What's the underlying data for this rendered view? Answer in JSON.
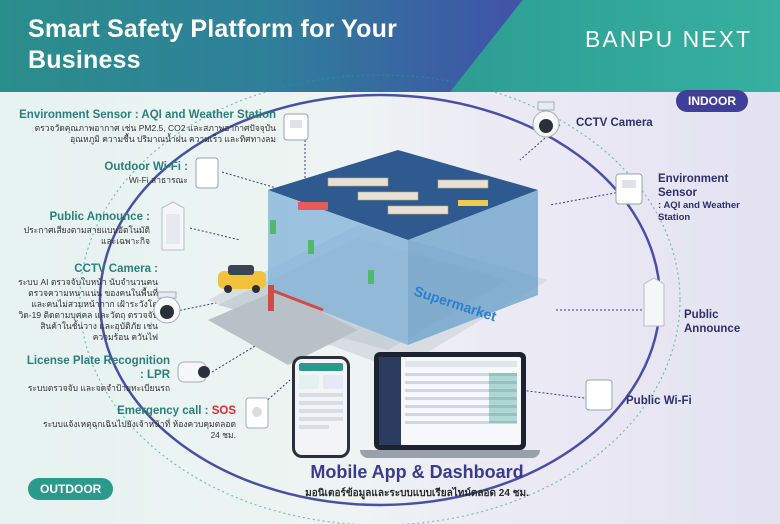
{
  "header": {
    "title": "Smart Safety Platform for Your Business",
    "brand": "BANPU NEXT"
  },
  "tags": {
    "indoor": "INDOOR",
    "outdoor": "OUTDOOR"
  },
  "left_callouts": [
    {
      "title": "Environment Sensor",
      "title_suffix": " : AQI and Weather Station",
      "desc": "ตรวจวัดคุณภาพอากาศ เช่น PM2.5, CO2 และสภาพอากาศปัจจุบัน อุณหภูมิ ความชื้น ปริมาณน้ำฝน ความเร็ว และทิศทางลม",
      "icon": "weather-station-icon"
    },
    {
      "title": "Outdoor Wi-Fi",
      "title_suffix": " :",
      "desc": "Wi-Fi สาธารณะ",
      "icon": "wifi-router-icon"
    },
    {
      "title": "Public Announce",
      "title_suffix": " :",
      "desc": "ประกาศเสียงตามสายแบบอัตโนมัติ และเฉพาะกิจ",
      "icon": "speaker-icon"
    },
    {
      "title": "CCTV Camera",
      "title_suffix": " :",
      "desc": "ระบบ AI ตรวจจับใบหน้า นับจำนวนคน ตรวจความหนาแน่น ของคนในพื้นที่ และคนไม่สวมหน้ากาก เฝ้าระวังโควิด-19 ติดตามบุคคล และวัตถุ ตรวจจับสินค้าในชั้นวาง และอุบัติภัย เช่น ความร้อน ควันไฟ",
      "icon": "dome-camera-icon"
    },
    {
      "title": "License Plate Recognition : LPR",
      "title_suffix": "",
      "desc": "ระบบตรวจจับ และจดจำป้ายทะเบียนรถ",
      "icon": "bullet-camera-icon"
    },
    {
      "title": "Emergency call",
      "title_suffix": " : ",
      "accent": "SOS",
      "desc": "ระบบแจ้งเหตุฉุกเฉินไปยังเจ้าหน้าที่ ห้องควบคุมตลอด 24 ชม.",
      "icon": "sos-button-icon"
    }
  ],
  "right_callouts": {
    "cctv": "CCTV Camera",
    "env_title": "Environment Sensor",
    "env_sub": ": AQI and Weather Station",
    "announce": "Public Announce",
    "wifi": "Public Wi-Fi"
  },
  "building": {
    "sign": "Supermarket"
  },
  "bottom": {
    "title": "Mobile App & Dashboard",
    "subtitle": "มอนิเตอร์ข้อมูลและระบบแบบเรียลไทม์ตลอด 24 ชม."
  },
  "colors": {
    "teal": "#2a9a8c",
    "indigo": "#3f3f9a",
    "accent_red": "#d32f2f"
  }
}
